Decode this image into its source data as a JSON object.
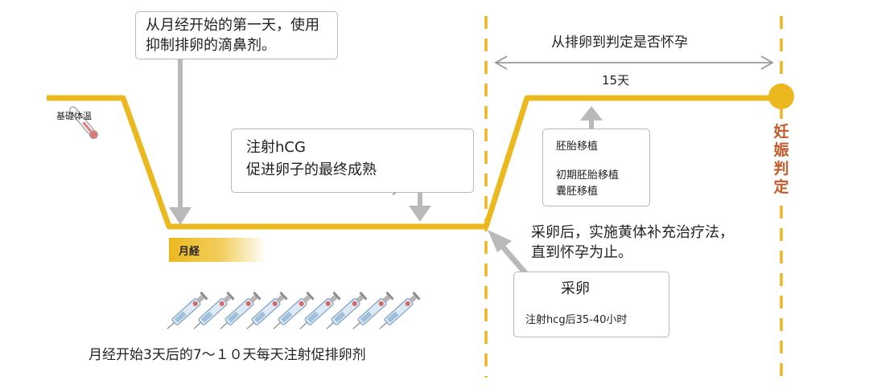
{
  "labels": {
    "bbt": "基礎体温",
    "menses": "月経",
    "nasal_spray_line1": "从月经开始的第一天，使用",
    "nasal_spray_line2": "抑制排卵的滴鼻剂。",
    "hcg_line1": "注射hCG",
    "hcg_line2": "促进卵子的最终成熟",
    "span_title": "从排卵到判定是否怀孕",
    "span_days": "15天",
    "pregnancy_test": "妊娠判定",
    "transfer_1": "胚胎移植",
    "transfer_2": "初期胚胎移植",
    "transfer_3": "囊胚移植",
    "luteal_line1": "采卵后，实施黄体补充治疗法，",
    "luteal_line2": "直到怀孕为止。",
    "retrieval_title": "采卵",
    "retrieval_time": "注射hcg后35-40小时",
    "stimulation": "月经开始3天后的7～１０天每天注射促排卵剂"
  },
  "colors": {
    "curve": "#ebb81f",
    "dash": "#f0b423",
    "arrow_gray": "#b9b9b9",
    "pregnancy_text": "#c45a2a",
    "syringe": "#7ea0c0"
  },
  "icons": {
    "thermometer": "thermometer-icon",
    "hcg_syringe": "syringe-icon",
    "stimulation_syringes": "syringe-icon"
  },
  "syringe_count": 9
}
